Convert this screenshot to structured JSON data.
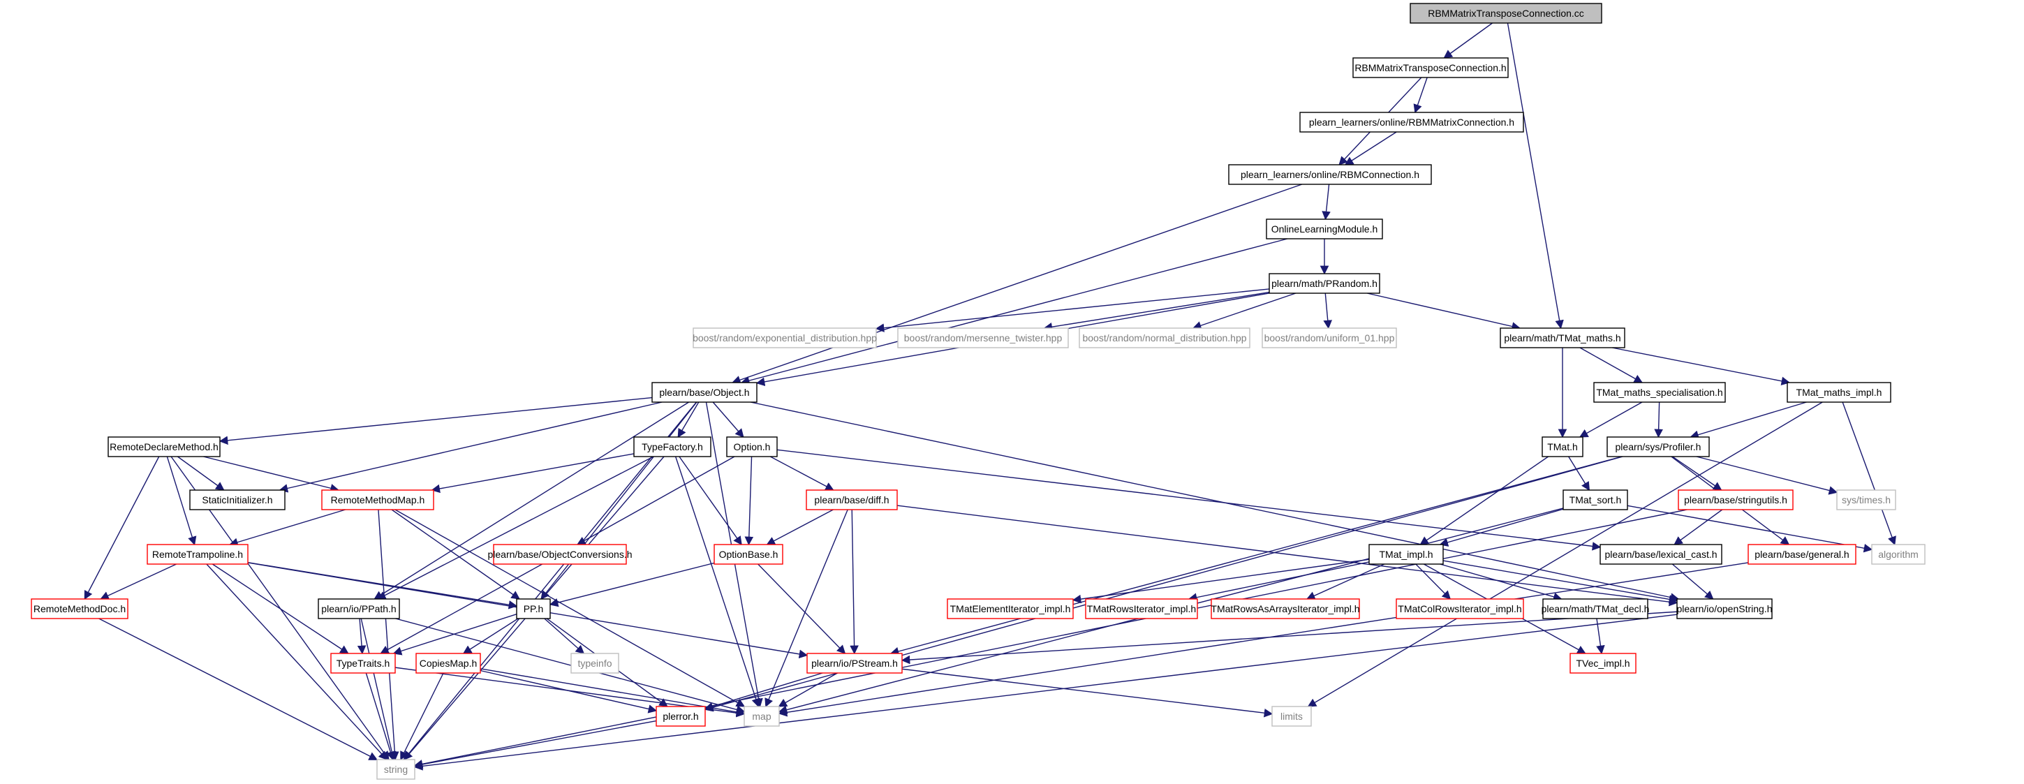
{
  "colors": {
    "edge": "#191970",
    "node_border_documented": "#000000",
    "node_border_truncated": "#ff0000",
    "node_border_external": "#bfbfbf",
    "root_fill": "#bfbfbf"
  },
  "nodes": [
    {
      "id": "root",
      "label": "RBMMatrixTransposeConnection.cc",
      "style": "root"
    },
    {
      "id": "rbmmtc_h",
      "label": "RBMMatrixTransposeConnection.h",
      "style": "black"
    },
    {
      "id": "rbmmc_h",
      "label": "plearn_learners/online/RBMMatrixConnection.h",
      "style": "black"
    },
    {
      "id": "rbmc_h",
      "label": "plearn_learners/online/RBMConnection.h",
      "style": "black"
    },
    {
      "id": "olm_h",
      "label": "OnlineLearningModule.h",
      "style": "black"
    },
    {
      "id": "prandom_h",
      "label": "plearn/math/PRandom.h",
      "style": "black"
    },
    {
      "id": "boost_exp",
      "label": "boost/random/exponential_distribution.hpp",
      "style": "grey"
    },
    {
      "id": "boost_mt",
      "label": "boost/random/mersenne_twister.hpp",
      "style": "grey"
    },
    {
      "id": "boost_norm",
      "label": "boost/random/normal_distribution.hpp",
      "style": "grey"
    },
    {
      "id": "boost_uni",
      "label": "boost/random/uniform_01.hpp",
      "style": "grey"
    },
    {
      "id": "tmat_maths_h",
      "label": "plearn/math/TMat_maths.h",
      "style": "black"
    },
    {
      "id": "object_h",
      "label": "plearn/base/Object.h",
      "style": "black"
    },
    {
      "id": "tmat_spec_h",
      "label": "TMat_maths_specialisation.h",
      "style": "black"
    },
    {
      "id": "tmat_impl_maths_h",
      "label": "TMat_maths_impl.h",
      "style": "black"
    },
    {
      "id": "rdm_h",
      "label": "RemoteDeclareMethod.h",
      "style": "black"
    },
    {
      "id": "typefactory_h",
      "label": "TypeFactory.h",
      "style": "black"
    },
    {
      "id": "option_h",
      "label": "Option.h",
      "style": "black"
    },
    {
      "id": "tmat_h",
      "label": "TMat.h",
      "style": "black"
    },
    {
      "id": "profiler_h",
      "label": "plearn/sys/Profiler.h",
      "style": "black"
    },
    {
      "id": "static_init_h",
      "label": "StaticInitializer.h",
      "style": "black"
    },
    {
      "id": "rmm_h",
      "label": "RemoteMethodMap.h",
      "style": "red"
    },
    {
      "id": "diff_h",
      "label": "plearn/base/diff.h",
      "style": "red"
    },
    {
      "id": "tmat_sort_h",
      "label": "TMat_sort.h",
      "style": "black"
    },
    {
      "id": "stringutils_h",
      "label": "plearn/base/stringutils.h",
      "style": "red"
    },
    {
      "id": "systimes_h",
      "label": "sys/times.h",
      "style": "grey"
    },
    {
      "id": "rtramp_h",
      "label": "RemoteTrampoline.h",
      "style": "red"
    },
    {
      "id": "objconv_h",
      "label": "plearn/base/ObjectConversions.h",
      "style": "red"
    },
    {
      "id": "optionbase_h",
      "label": "OptionBase.h",
      "style": "red"
    },
    {
      "id": "tmat_impl_h",
      "label": "TMat_impl.h",
      "style": "black"
    },
    {
      "id": "lexical_cast_h",
      "label": "plearn/base/lexical_cast.h",
      "style": "black"
    },
    {
      "id": "general_h",
      "label": "plearn/base/general.h",
      "style": "red"
    },
    {
      "id": "algorithm",
      "label": "algorithm",
      "style": "grey"
    },
    {
      "id": "rmdoc_h",
      "label": "RemoteMethodDoc.h",
      "style": "red"
    },
    {
      "id": "ppath_h",
      "label": "plearn/io/PPath.h",
      "style": "black"
    },
    {
      "id": "pp_h",
      "label": "PP.h",
      "style": "black"
    },
    {
      "id": "tmat_elem_h",
      "label": "TMatElementIterator_impl.h",
      "style": "red"
    },
    {
      "id": "tmat_rows_h",
      "label": "TMatRowsIterator_impl.h",
      "style": "red"
    },
    {
      "id": "tmat_rowsarr_h",
      "label": "TMatRowsAsArraysIterator_impl.h",
      "style": "red"
    },
    {
      "id": "tmat_colrows_h",
      "label": "TMatColRowsIterator_impl.h",
      "style": "red"
    },
    {
      "id": "tmat_decl_h",
      "label": "plearn/math/TMat_decl.h",
      "style": "black"
    },
    {
      "id": "openstring_h",
      "label": "plearn/io/openString.h",
      "style": "black"
    },
    {
      "id": "typeinfo",
      "label": "typeinfo",
      "style": "grey"
    },
    {
      "id": "typetraits_h",
      "label": "TypeTraits.h",
      "style": "red"
    },
    {
      "id": "copiesmap_h",
      "label": "CopiesMap.h",
      "style": "red"
    },
    {
      "id": "pstream_h",
      "label": "plearn/io/PStream.h",
      "style": "red"
    },
    {
      "id": "tvec_impl_h",
      "label": "TVec_impl.h",
      "style": "red"
    },
    {
      "id": "perror_h",
      "label": "plerror.h",
      "style": "red"
    },
    {
      "id": "map",
      "label": "map",
      "style": "grey"
    },
    {
      "id": "limits",
      "label": "limits",
      "style": "grey"
    },
    {
      "id": "string",
      "label": "string",
      "style": "grey"
    }
  ],
  "edges": [
    [
      "root",
      "rbmmtc_h"
    ],
    [
      "root",
      "tmat_maths_h"
    ],
    [
      "rbmmtc_h",
      "rbmmc_h"
    ],
    [
      "rbmmtc_h",
      "rbmc_h"
    ],
    [
      "rbmmc_h",
      "rbmc_h"
    ],
    [
      "rbmc_h",
      "olm_h"
    ],
    [
      "rbmc_h",
      "object_h"
    ],
    [
      "olm_h",
      "prandom_h"
    ],
    [
      "olm_h",
      "object_h"
    ],
    [
      "prandom_h",
      "boost_exp"
    ],
    [
      "prandom_h",
      "boost_mt"
    ],
    [
      "prandom_h",
      "boost_norm"
    ],
    [
      "prandom_h",
      "boost_uni"
    ],
    [
      "prandom_h",
      "tmat_maths_h"
    ],
    [
      "prandom_h",
      "object_h"
    ],
    [
      "tmat_maths_h",
      "tmat_spec_h"
    ],
    [
      "tmat_maths_h",
      "tmat_impl_maths_h"
    ],
    [
      "tmat_maths_h",
      "tmat_h"
    ],
    [
      "tmat_spec_h",
      "tmat_h"
    ],
    [
      "tmat_spec_h",
      "profiler_h"
    ],
    [
      "tmat_impl_maths_h",
      "profiler_h"
    ],
    [
      "tmat_impl_maths_h",
      "algorithm"
    ],
    [
      "tmat_impl_maths_h",
      "limits"
    ],
    [
      "object_h",
      "rdm_h"
    ],
    [
      "object_h",
      "static_init_h"
    ],
    [
      "object_h",
      "typefactory_h"
    ],
    [
      "object_h",
      "option_h"
    ],
    [
      "object_h",
      "ppath_h"
    ],
    [
      "object_h",
      "pp_h"
    ],
    [
      "object_h",
      "map"
    ],
    [
      "object_h",
      "string"
    ],
    [
      "object_h",
      "openstring_h"
    ],
    [
      "rdm_h",
      "static_init_h"
    ],
    [
      "rdm_h",
      "rmm_h"
    ],
    [
      "rdm_h",
      "rtramp_h"
    ],
    [
      "rdm_h",
      "rmdoc_h"
    ],
    [
      "rdm_h",
      "string"
    ],
    [
      "typefactory_h",
      "rmm_h"
    ],
    [
      "typefactory_h",
      "optionbase_h"
    ],
    [
      "typefactory_h",
      "ppath_h"
    ],
    [
      "typefactory_h",
      "map"
    ],
    [
      "typefactory_h",
      "string"
    ],
    [
      "option_h",
      "optionbase_h"
    ],
    [
      "option_h",
      "diff_h"
    ],
    [
      "option_h",
      "objconv_h"
    ],
    [
      "option_h",
      "lexical_cast_h"
    ],
    [
      "tmat_h",
      "tmat_sort_h"
    ],
    [
      "tmat_h",
      "tmat_impl_h"
    ],
    [
      "profiler_h",
      "stringutils_h"
    ],
    [
      "profiler_h",
      "systimes_h"
    ],
    [
      "profiler_h",
      "general_h"
    ],
    [
      "profiler_h",
      "pstream_h"
    ],
    [
      "profiler_h",
      "perror_h"
    ],
    [
      "rmm_h",
      "rtramp_h"
    ],
    [
      "rmm_h",
      "pp_h"
    ],
    [
      "rmm_h",
      "map"
    ],
    [
      "rmm_h",
      "string"
    ],
    [
      "diff_h",
      "optionbase_h"
    ],
    [
      "diff_h",
      "pstream_h"
    ],
    [
      "diff_h",
      "map"
    ],
    [
      "diff_h",
      "openstring_h"
    ],
    [
      "tmat_sort_h",
      "tmat_impl_h"
    ],
    [
      "tmat_sort_h",
      "algorithm"
    ],
    [
      "tmat_sort_h",
      "map"
    ],
    [
      "stringutils_h",
      "lexical_cast_h"
    ],
    [
      "stringutils_h",
      "string"
    ],
    [
      "rtramp_h",
      "rmdoc_h"
    ],
    [
      "rtramp_h",
      "pp_h"
    ],
    [
      "rtramp_h",
      "typetraits_h"
    ],
    [
      "rtramp_h",
      "pstream_h"
    ],
    [
      "rtramp_h",
      "string"
    ],
    [
      "objconv_h",
      "typetraits_h"
    ],
    [
      "optionbase_h",
      "pp_h"
    ],
    [
      "optionbase_h",
      "pstream_h"
    ],
    [
      "tmat_impl_h",
      "tmat_elem_h"
    ],
    [
      "tmat_impl_h",
      "tmat_rows_h"
    ],
    [
      "tmat_impl_h",
      "tmat_rowsarr_h"
    ],
    [
      "tmat_impl_h",
      "tmat_colrows_h"
    ],
    [
      "tmat_impl_h",
      "tmat_decl_h"
    ],
    [
      "tmat_impl_h",
      "openstring_h"
    ],
    [
      "tmat_impl_h",
      "tvec_impl_h"
    ],
    [
      "lexical_cast_h",
      "openstring_h"
    ],
    [
      "general_h",
      "map"
    ],
    [
      "rmdoc_h",
      "string"
    ],
    [
      "ppath_h",
      "typetraits_h"
    ],
    [
      "ppath_h",
      "map"
    ],
    [
      "ppath_h",
      "string"
    ],
    [
      "pp_h",
      "typeinfo"
    ],
    [
      "pp_h",
      "typetraits_h"
    ],
    [
      "pp_h",
      "copiesmap_h"
    ],
    [
      "pp_h",
      "perror_h"
    ],
    [
      "tmat_decl_h",
      "tvec_impl_h"
    ],
    [
      "openstring_h",
      "pstream_h"
    ],
    [
      "openstring_h",
      "string"
    ],
    [
      "typetraits_h",
      "map"
    ],
    [
      "typetraits_h",
      "string"
    ],
    [
      "copiesmap_h",
      "map"
    ],
    [
      "copiesmap_h",
      "perror_h"
    ],
    [
      "copiesmap_h",
      "string"
    ],
    [
      "pstream_h",
      "perror_h"
    ],
    [
      "pstream_h",
      "map"
    ],
    [
      "pstream_h",
      "limits"
    ],
    [
      "perror_h",
      "string"
    ]
  ]
}
